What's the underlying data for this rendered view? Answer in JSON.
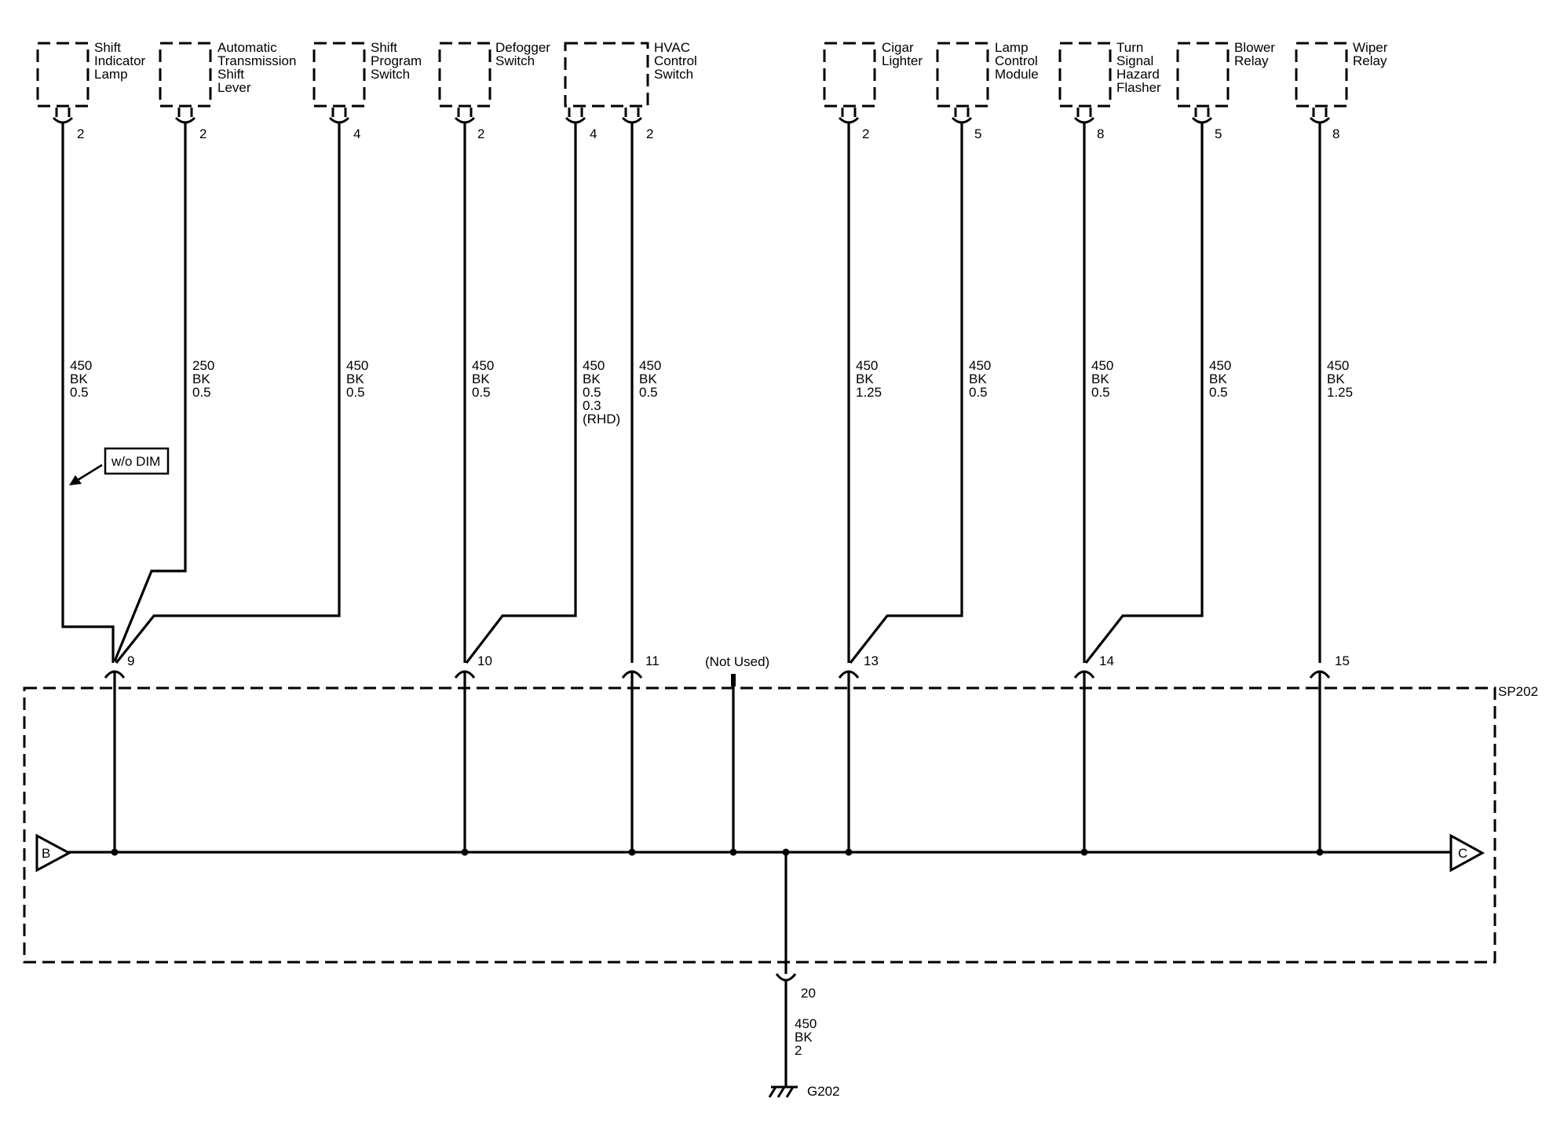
{
  "components": [
    {
      "label_lines": [
        "Shift",
        "Indicator",
        "Lamp"
      ],
      "pin": "2",
      "wire": {
        "circuit": "450",
        "color": "BK",
        "gauge": [
          "0.5"
        ]
      }
    },
    {
      "label_lines": [
        "Automatic",
        "Transmission",
        "Shift",
        "Lever"
      ],
      "pin": "2",
      "wire": {
        "circuit": "250",
        "color": "BK",
        "gauge": [
          "0.5"
        ]
      }
    },
    {
      "label_lines": [
        "Shift",
        "Program",
        "Switch"
      ],
      "pin": "4",
      "wire": {
        "circuit": "450",
        "color": "BK",
        "gauge": [
          "0.5"
        ]
      }
    },
    {
      "label_lines": [
        "Defogger",
        "Switch"
      ],
      "pin": "2",
      "wire": {
        "circuit": "450",
        "color": "BK",
        "gauge": [
          "0.5"
        ]
      }
    },
    {
      "label_lines": [
        "HVAC",
        "Control",
        "Switch"
      ],
      "pin": "4",
      "pin_b": "2",
      "wire": {
        "circuit": "450",
        "color": "BK",
        "gauge": [
          "0.5",
          "0.3",
          "(RHD)"
        ]
      },
      "wire_b": {
        "circuit": "450",
        "color": "BK",
        "gauge": [
          "0.5"
        ]
      }
    },
    {
      "label_lines": [
        "Cigar",
        "Lighter"
      ],
      "pin": "2",
      "wire": {
        "circuit": "450",
        "color": "BK",
        "gauge": [
          "1.25"
        ]
      }
    },
    {
      "label_lines": [
        "Lamp",
        "Control",
        "Module"
      ],
      "pin": "5",
      "wire": {
        "circuit": "450",
        "color": "BK",
        "gauge": [
          "0.5"
        ]
      }
    },
    {
      "label_lines": [
        "Turn",
        "Signal",
        "Hazard",
        "Flasher"
      ],
      "pin": "8",
      "wire": {
        "circuit": "450",
        "color": "BK",
        "gauge": [
          "0.5"
        ]
      }
    },
    {
      "label_lines": [
        "Blower",
        "Relay"
      ],
      "pin": "5",
      "wire": {
        "circuit": "450",
        "color": "BK",
        "gauge": [
          "0.5"
        ]
      }
    },
    {
      "label_lines": [
        "Wiper",
        "Relay"
      ],
      "pin": "8",
      "wire": {
        "circuit": "450",
        "color": "BK",
        "gauge": [
          "1.25"
        ]
      }
    }
  ],
  "option_note": "w/o DIM",
  "splice": {
    "name": "SP202",
    "terminals": [
      "9",
      "10",
      "11",
      "13",
      "14",
      "15"
    ],
    "not_used_label": "(Not Used)",
    "bus_left": "B",
    "bus_right": "C"
  },
  "ground": {
    "pin": "20",
    "wire": {
      "circuit": "450",
      "color": "BK",
      "gauge": "2"
    },
    "name": "G202"
  }
}
